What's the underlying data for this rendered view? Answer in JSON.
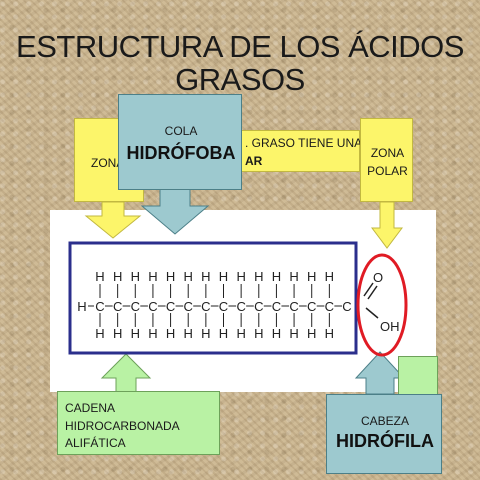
{
  "title": {
    "line1": "ESTRUCTURA DE LOS ÁCIDOS",
    "line2": "GRASOS"
  },
  "labels": {
    "zona_left": "ZONA",
    "cola": "COLA",
    "hidrofoba": "HIDRÓFOBA",
    "graso_tiene": ". GRASO TIENE UNA",
    "ar": "AR",
    "zona_polar_1": "ZONA",
    "zona_polar_2": "POLAR",
    "cadena_1": "CADENA",
    "cadena_2": "HIDROCARBONADA",
    "cadena_3": "ALIFÁTICA",
    "cabeza": "CABEZA",
    "hidrofila": "HIDRÓFILA"
  },
  "molecule": {
    "h": "H",
    "c": "C",
    "o": "O",
    "oh": "OH",
    "carbon_count": 15
  },
  "colors": {
    "yellow": "#fcf56a",
    "cyan": "#9dc9cf",
    "green": "#b9f2a4",
    "chain_box": "#2b2f8c",
    "head_circle": "#e01b24"
  }
}
